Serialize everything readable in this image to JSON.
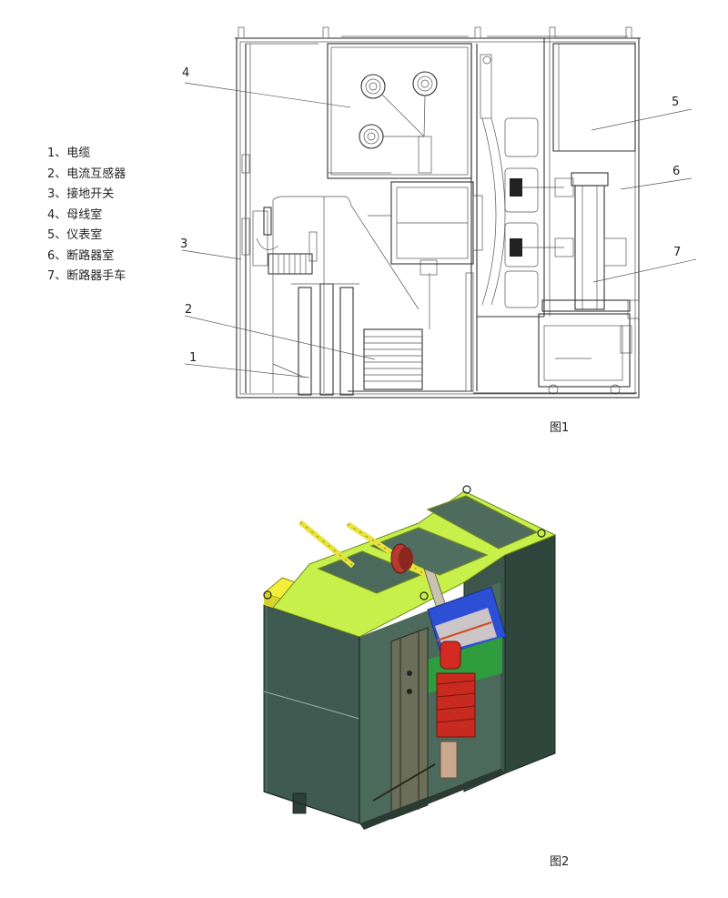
{
  "legend": [
    "1、电缆",
    "2、电流互感器",
    "3、接地开关",
    "4、母线室",
    "5、仪表室",
    "6、断路器室",
    "7、断路器手车"
  ],
  "callouts": [
    "1",
    "2",
    "3",
    "4",
    "5",
    "6",
    "7"
  ],
  "figure1_caption": "图1",
  "figure2_caption": "图2",
  "colors": {
    "cabinet_green": "#3f5a50",
    "frame_yellow_green": "#c8f04a",
    "top_yellow": "#f2ee3a",
    "busbar_red": "#b83a2e",
    "insulator_red": "#d42a22",
    "blue_panel": "#2c4fd6"
  }
}
